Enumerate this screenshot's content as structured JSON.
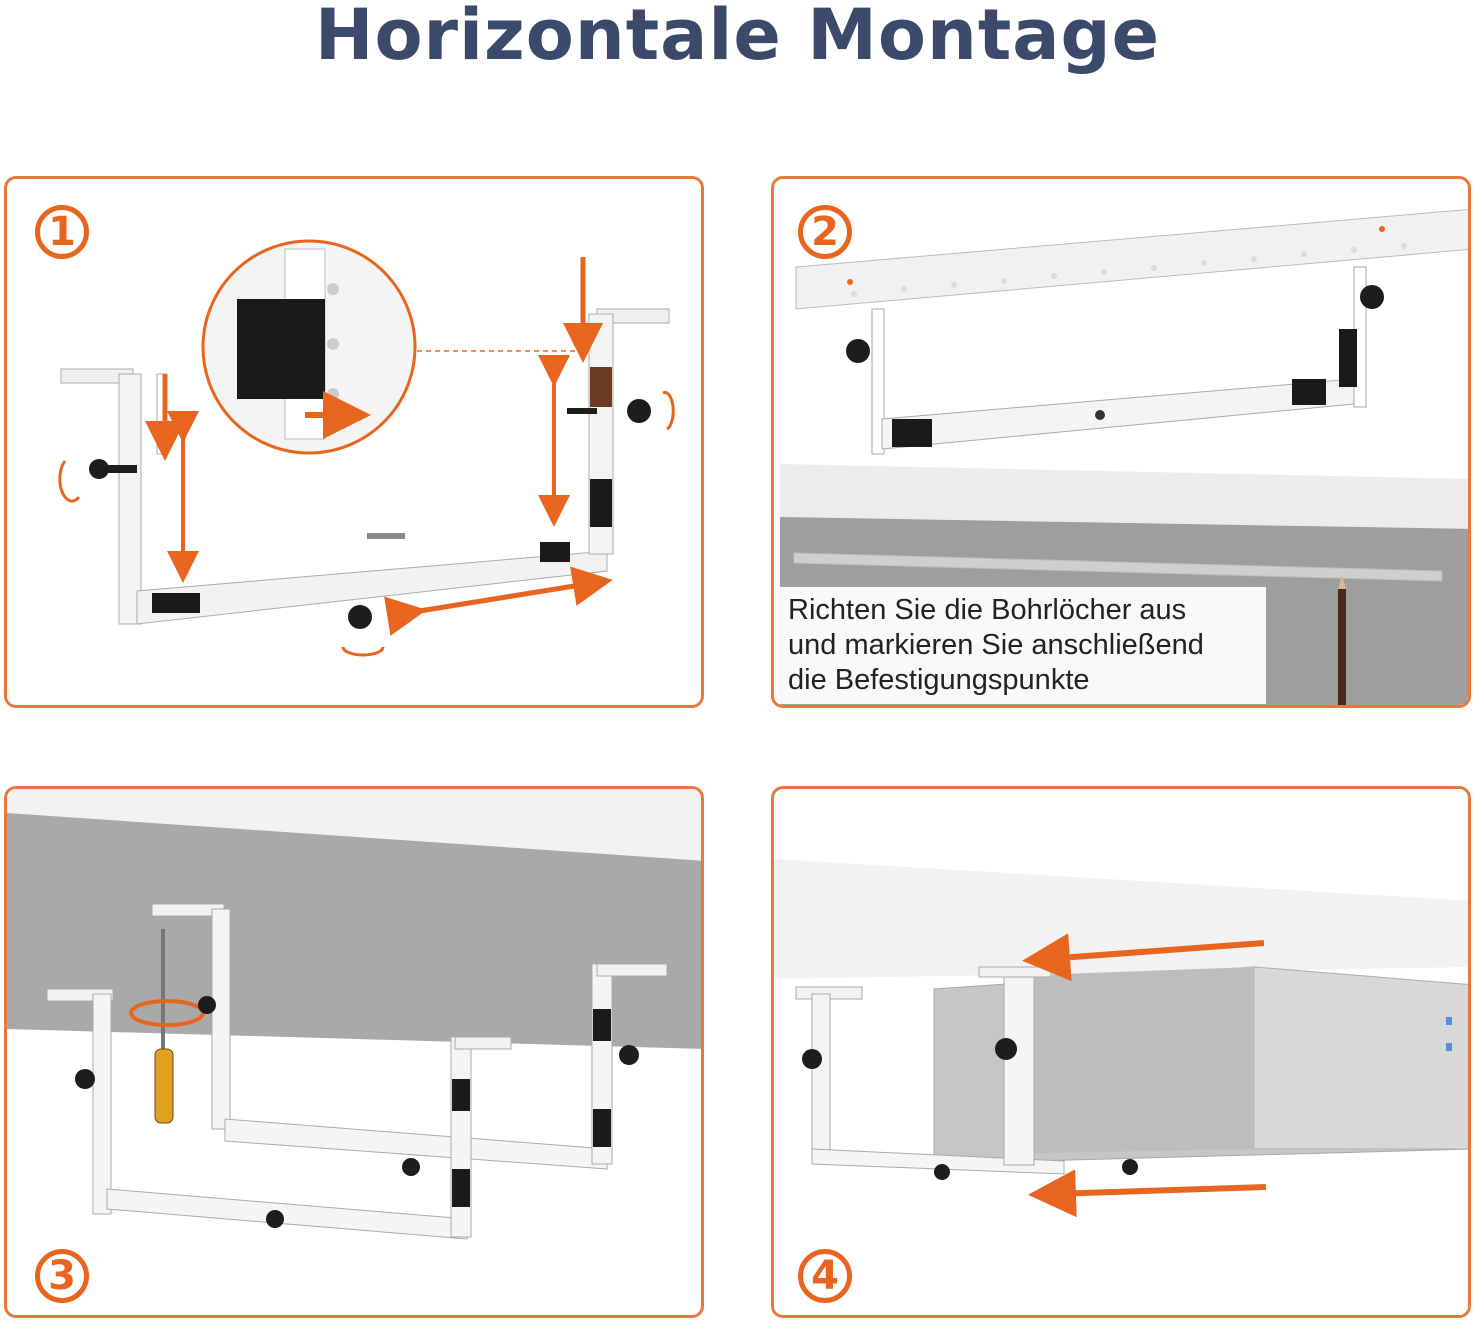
{
  "title": "Horizontale Montage",
  "colors": {
    "accent": "#e8651f",
    "border": "#e8793a",
    "title": "#3b4a6b"
  },
  "panels": [
    {
      "step": "1"
    },
    {
      "step": "2",
      "caption": [
        "Richten Sie die Bohrlöcher aus",
        "und markieren Sie anschließend",
        "die Befestigungspunkte"
      ]
    },
    {
      "step": "3"
    },
    {
      "step": "4"
    }
  ]
}
